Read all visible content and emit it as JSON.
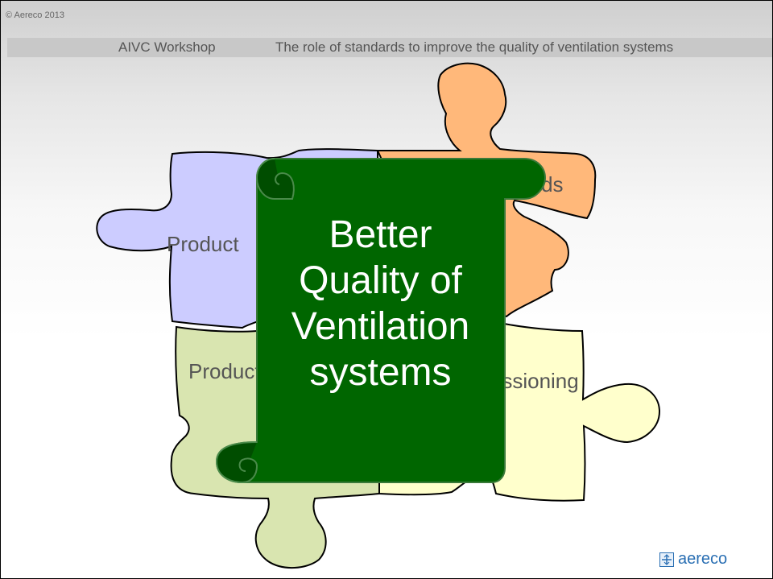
{
  "slide": {
    "copyright": "© Aereco 2013",
    "header_title": "AIVC Workshop",
    "header_subtitle": "The role of standards to improve the quality of ventilation systems"
  },
  "puzzle": {
    "pieces": [
      {
        "label": "Product",
        "color": "#ccccff"
      },
      {
        "label": "Standards",
        "color": "#ffb87a"
      },
      {
        "label": "Products",
        "color": "#d9e5b0"
      },
      {
        "label": "Commissioning",
        "color": "#ffffcc"
      }
    ]
  },
  "scroll": {
    "line1": "Better",
    "line2": "Quality of",
    "line3": "Ventilation",
    "line4": "systems",
    "color": "#006600"
  },
  "logo": {
    "text": "aereco",
    "color": "#2a6fb3"
  }
}
